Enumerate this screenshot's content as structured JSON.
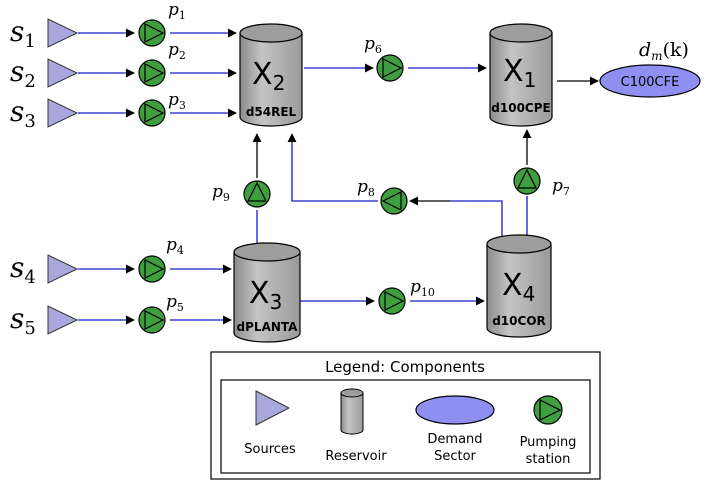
{
  "sources": [
    {
      "name": "s",
      "sub": "1"
    },
    {
      "name": "s",
      "sub": "2"
    },
    {
      "name": "s",
      "sub": "3"
    },
    {
      "name": "s",
      "sub": "4"
    },
    {
      "name": "s",
      "sub": "5"
    }
  ],
  "pumps": [
    {
      "name": "p",
      "sub": "1"
    },
    {
      "name": "p",
      "sub": "2"
    },
    {
      "name": "p",
      "sub": "3"
    },
    {
      "name": "p",
      "sub": "4"
    },
    {
      "name": "p",
      "sub": "5"
    },
    {
      "name": "p",
      "sub": "6"
    },
    {
      "name": "p",
      "sub": "7"
    },
    {
      "name": "p",
      "sub": "8"
    },
    {
      "name": "p",
      "sub": "9"
    },
    {
      "name": "p",
      "sub": "10"
    }
  ],
  "reservoirs": [
    {
      "state": "X",
      "sub": "2",
      "label": "d54REL"
    },
    {
      "state": "X",
      "sub": "1",
      "label": "d100CPE"
    },
    {
      "state": "X",
      "sub": "3",
      "label": "dPLANTA"
    },
    {
      "state": "X",
      "sub": "4",
      "label": "d10COR"
    }
  ],
  "demand": {
    "math": "d",
    "sub": "m",
    "arg": "(k)",
    "label": "C100CFE"
  },
  "legend": {
    "title": "Legend: Components",
    "sources": "Sources",
    "reservoir": "Reservoir",
    "demand_line1": "Demand",
    "demand_line2": "Sector",
    "pumping_line1": "Pumping",
    "pumping_line2": "station"
  },
  "colors": {
    "source_fill": "#a8a8dd",
    "pump_fill": "#3f9e3f",
    "reservoir_fill": "#b0b0b0",
    "demand_fill": "#8f8ff2",
    "flow_line": "#1a1ac8"
  }
}
